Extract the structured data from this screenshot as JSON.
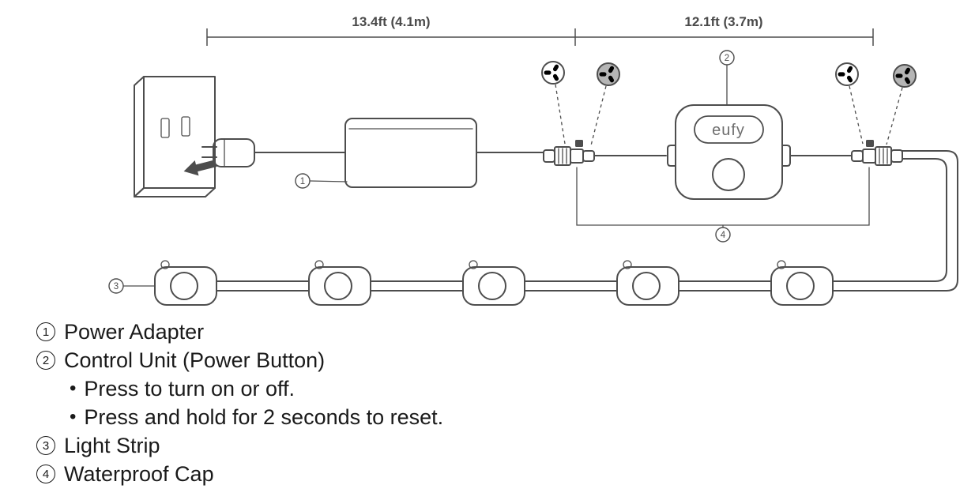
{
  "diagram": {
    "dimensions": {
      "left": "13.4ft (4.1m)",
      "right": "12.1ft (3.7m)"
    },
    "brand_label": "eufy",
    "callouts": {
      "power_adapter": "1",
      "control_unit": "2",
      "light_strip": "3",
      "waterproof_cap": "4"
    },
    "icons": {
      "push_arrow": "left-arrow",
      "cap_open": "waterproof-cap-front",
      "cap_closed": "waterproof-cap-shaded"
    }
  },
  "legend": {
    "bullet_char": "•",
    "items": [
      {
        "num": "1",
        "label": "Power Adapter"
      },
      {
        "num": "2",
        "label": "Control Unit (Power Button)"
      },
      {
        "num": "3",
        "label": "Light Strip"
      },
      {
        "num": "4",
        "label": "Waterproof Cap"
      }
    ],
    "bullets": [
      "Press to turn on or off.",
      "Press and hold for 2 seconds to reset."
    ]
  },
  "colors": {
    "line": "#4d4d4d",
    "text": "#1a1a1a",
    "brand": "#6e6e6e",
    "cap_fill": "#b5b5b5",
    "background": "#ffffff"
  }
}
